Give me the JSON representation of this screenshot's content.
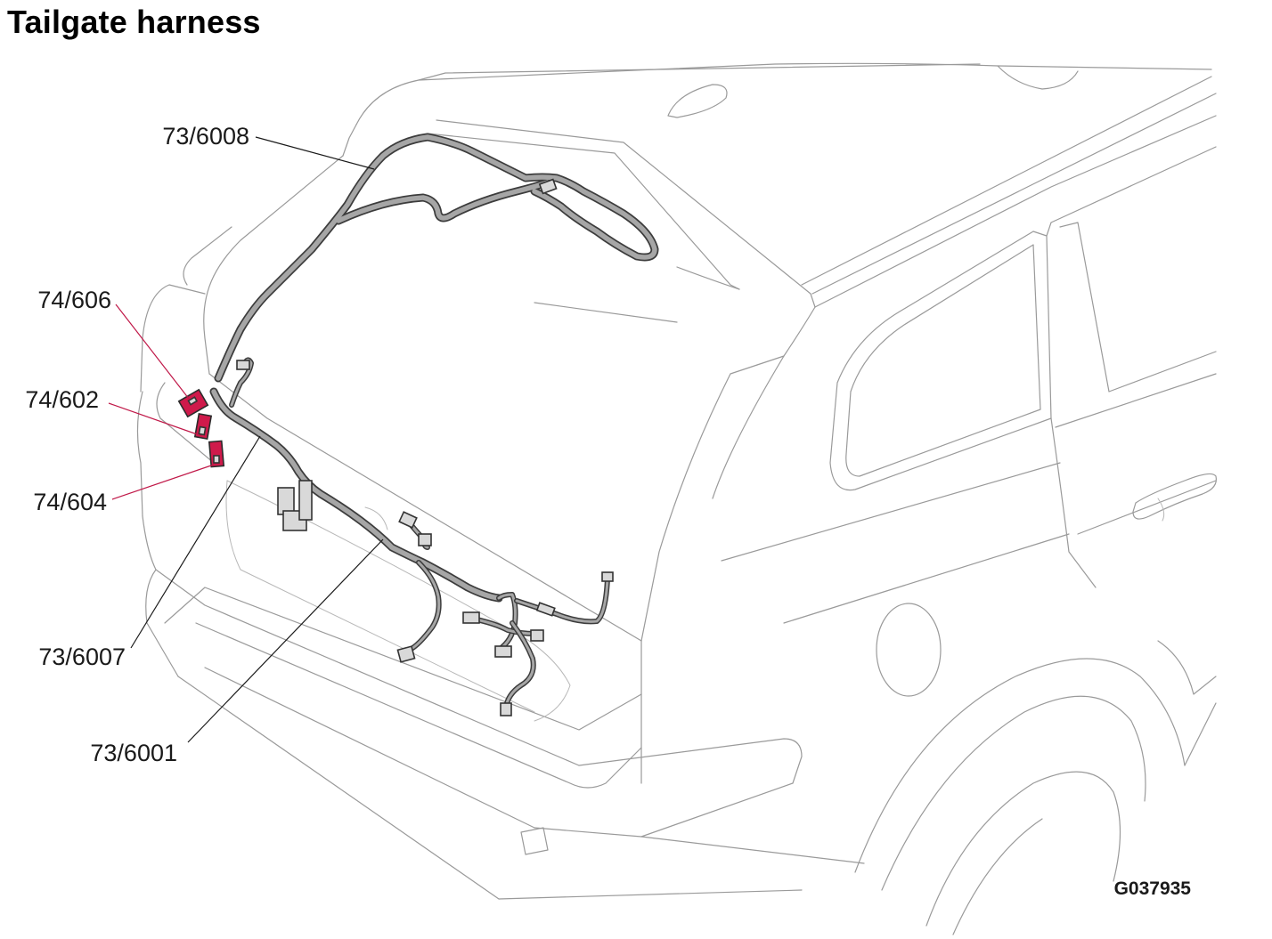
{
  "title": "Tailgate harness",
  "figure_id": "G037935",
  "colors": {
    "highlight": "#cf1a4b",
    "leader_highlight": "#c01848",
    "harness": "#a6a6a6",
    "outline": "#9a9a9a"
  },
  "callouts": [
    {
      "id": "c1",
      "label": "73/6008",
      "highlighted": false
    },
    {
      "id": "c2",
      "label": "74/606",
      "highlighted": true
    },
    {
      "id": "c3",
      "label": "74/602",
      "highlighted": true
    },
    {
      "id": "c4",
      "label": "74/604",
      "highlighted": true
    },
    {
      "id": "c5",
      "label": "73/6007",
      "highlighted": false
    },
    {
      "id": "c6",
      "label": "73/6001",
      "highlighted": false
    }
  ]
}
